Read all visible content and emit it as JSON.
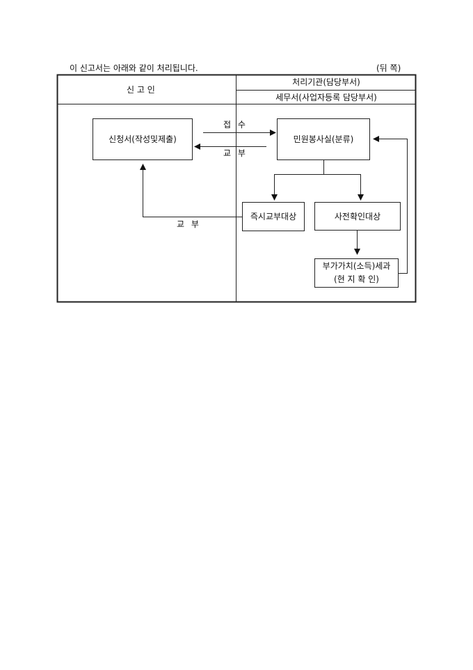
{
  "intro": "이 신고서는 아래와 같이 처리됩니다.",
  "page_side": "(뒤 쪽)",
  "header": {
    "applicant": "신 고 인",
    "agency": "처리기관(담당부서)",
    "office": "세무서(사업자등록 담당부서)"
  },
  "flow": {
    "application": "신청서(작성및제출)",
    "receipt_label": "접 수",
    "issue_label": "교 부",
    "civil_service": "민원봉사실(분류)",
    "immediate": "즉시교부대상",
    "pre_check": "사전확인대상",
    "vat_line1": "부가가치(소득)세과",
    "vat_line2": "(현 지 확 인)",
    "issue_label2": "교 부"
  }
}
